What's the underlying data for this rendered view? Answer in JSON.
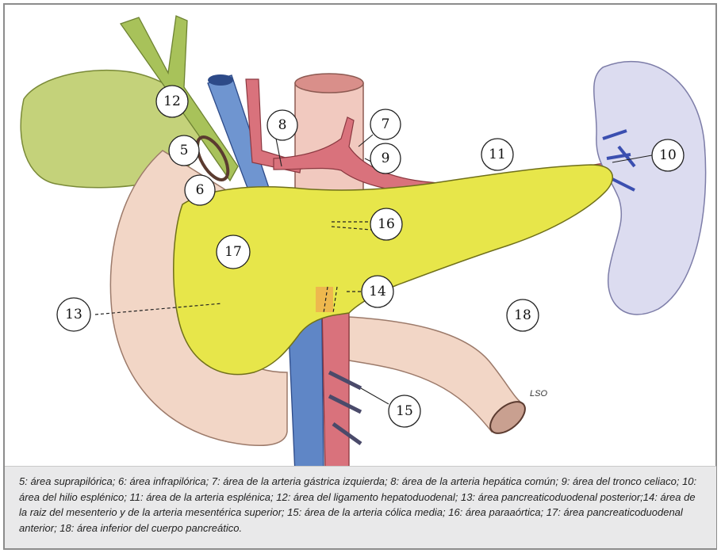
{
  "labels": [
    "5",
    "6",
    "7",
    "8",
    "9",
    "10",
    "11",
    "12",
    "13",
    "14",
    "15",
    "16",
    "17",
    "18"
  ],
  "signature": "LSO",
  "caption": "5: área suprapilórica; 6: área infrapilórica; 7: área de la arteria gástrica izquierda; 8: área de la arteria hepática común; 9: área del tronco celiaco; 10: área del hilio esplénico; 11: área de la arteria esplénica; 12: área del ligamento hepatoduodenal; 13: área pancreaticoduodenal posterior;14: área de la raiz del mesenterio y de la arteria mesentérica superior; 15: área de la arteria cólica media; 16: área paraaórtica; 17: área pancreaticoduodenal anterior; 18: área inferior del cuerpo pancreático.",
  "colors": {
    "gallbladder": "#c4d27a",
    "duodenum": "#f2d6c6",
    "aorta": "#f1c9bf",
    "pancreas": "#e7e64a",
    "spleen": "#dcdcf0",
    "vein": "#5f86c6",
    "artery": "#d9727c"
  }
}
